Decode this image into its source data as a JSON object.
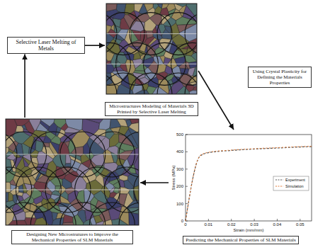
{
  "diagram": {
    "nodes": [
      {
        "text": [
          "Selective Laser Melting of Metals"
        ]
      },
      {
        "text": [
          "Microstructures Modeling of Materials 3D Printed by Selective Laser Melting"
        ]
      },
      {
        "text": [
          "Using Crystal Plasticity for Defining the Materials Properties"
        ]
      },
      {
        "text": [
          "Predicting the Mechanical Properties of SLM Materials"
        ]
      },
      {
        "text": [
          "Designing New Microstrutures to Improve the Mechanical Properties of SLM Materials"
        ]
      }
    ],
    "edges": [
      {
        "from": 0,
        "to": 1,
        "arrow": "to"
      },
      {
        "from": 1,
        "to": 3,
        "arrow": "to"
      },
      {
        "from": 3,
        "to": 4,
        "arrow": "to"
      },
      {
        "from": 4,
        "to": 0,
        "arrow": "to"
      }
    ],
    "labels": [
      "500",
      "400",
      "300",
      "200",
      "100",
      "0",
      "0",
      "0.01",
      "0.02",
      "0.03",
      "0.04",
      "0.05",
      "Stress (MPa)",
      "Strain (mm/mm)"
    ],
    "legend": [
      {
        "text": "Experiment"
      },
      {
        "text": "Simulation"
      }
    ]
  }
}
